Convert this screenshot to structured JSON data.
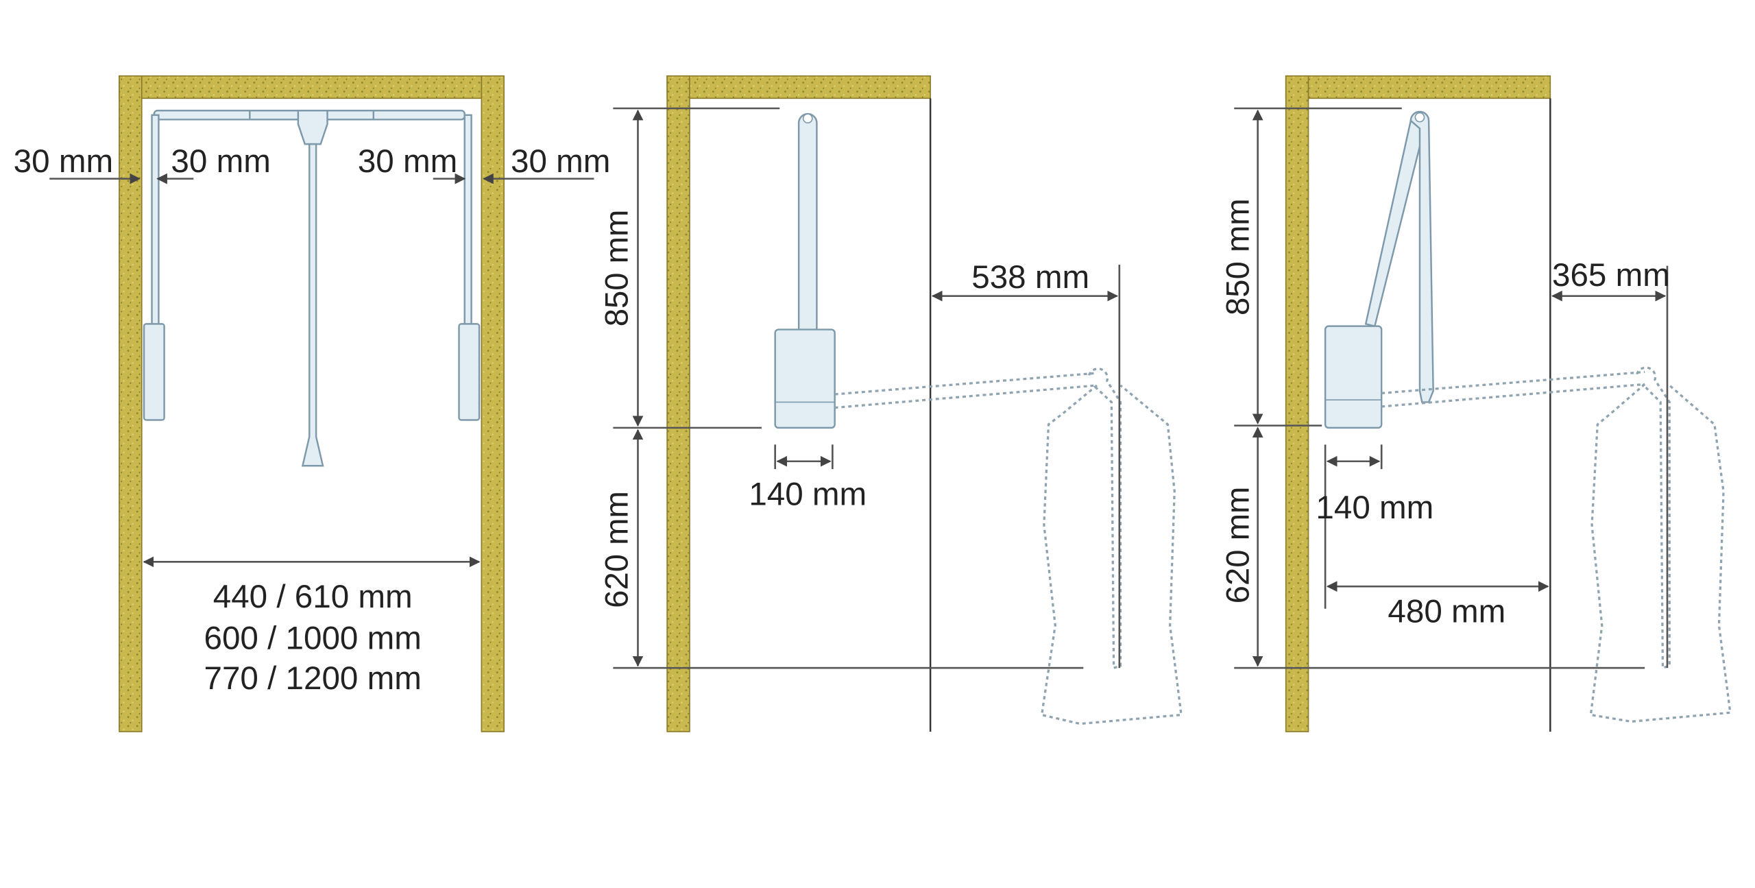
{
  "colors": {
    "wood": "#c9b84e",
    "wood_speckle": "#8f8a2e",
    "metal": "#e3eef4",
    "metal_outline": "#7e99aa",
    "dimension_line": "#555555"
  },
  "front_view": {
    "clearance_labels": [
      "30 mm",
      "30 mm",
      "30 mm",
      "30 mm"
    ],
    "width_ranges": [
      "440 / 610 mm",
      "600 / 1000 mm",
      "770 / 1200 mm"
    ]
  },
  "side_view_retracted": {
    "upper_height": "850 mm",
    "lower_height": "620 mm",
    "unit_depth": "140 mm",
    "projection": "538 mm"
  },
  "side_view_extended": {
    "upper_height": "850 mm",
    "lower_height": "620 mm",
    "unit_depth": "140 mm",
    "projection": "365 mm",
    "cabinet_depth": "480 mm"
  }
}
